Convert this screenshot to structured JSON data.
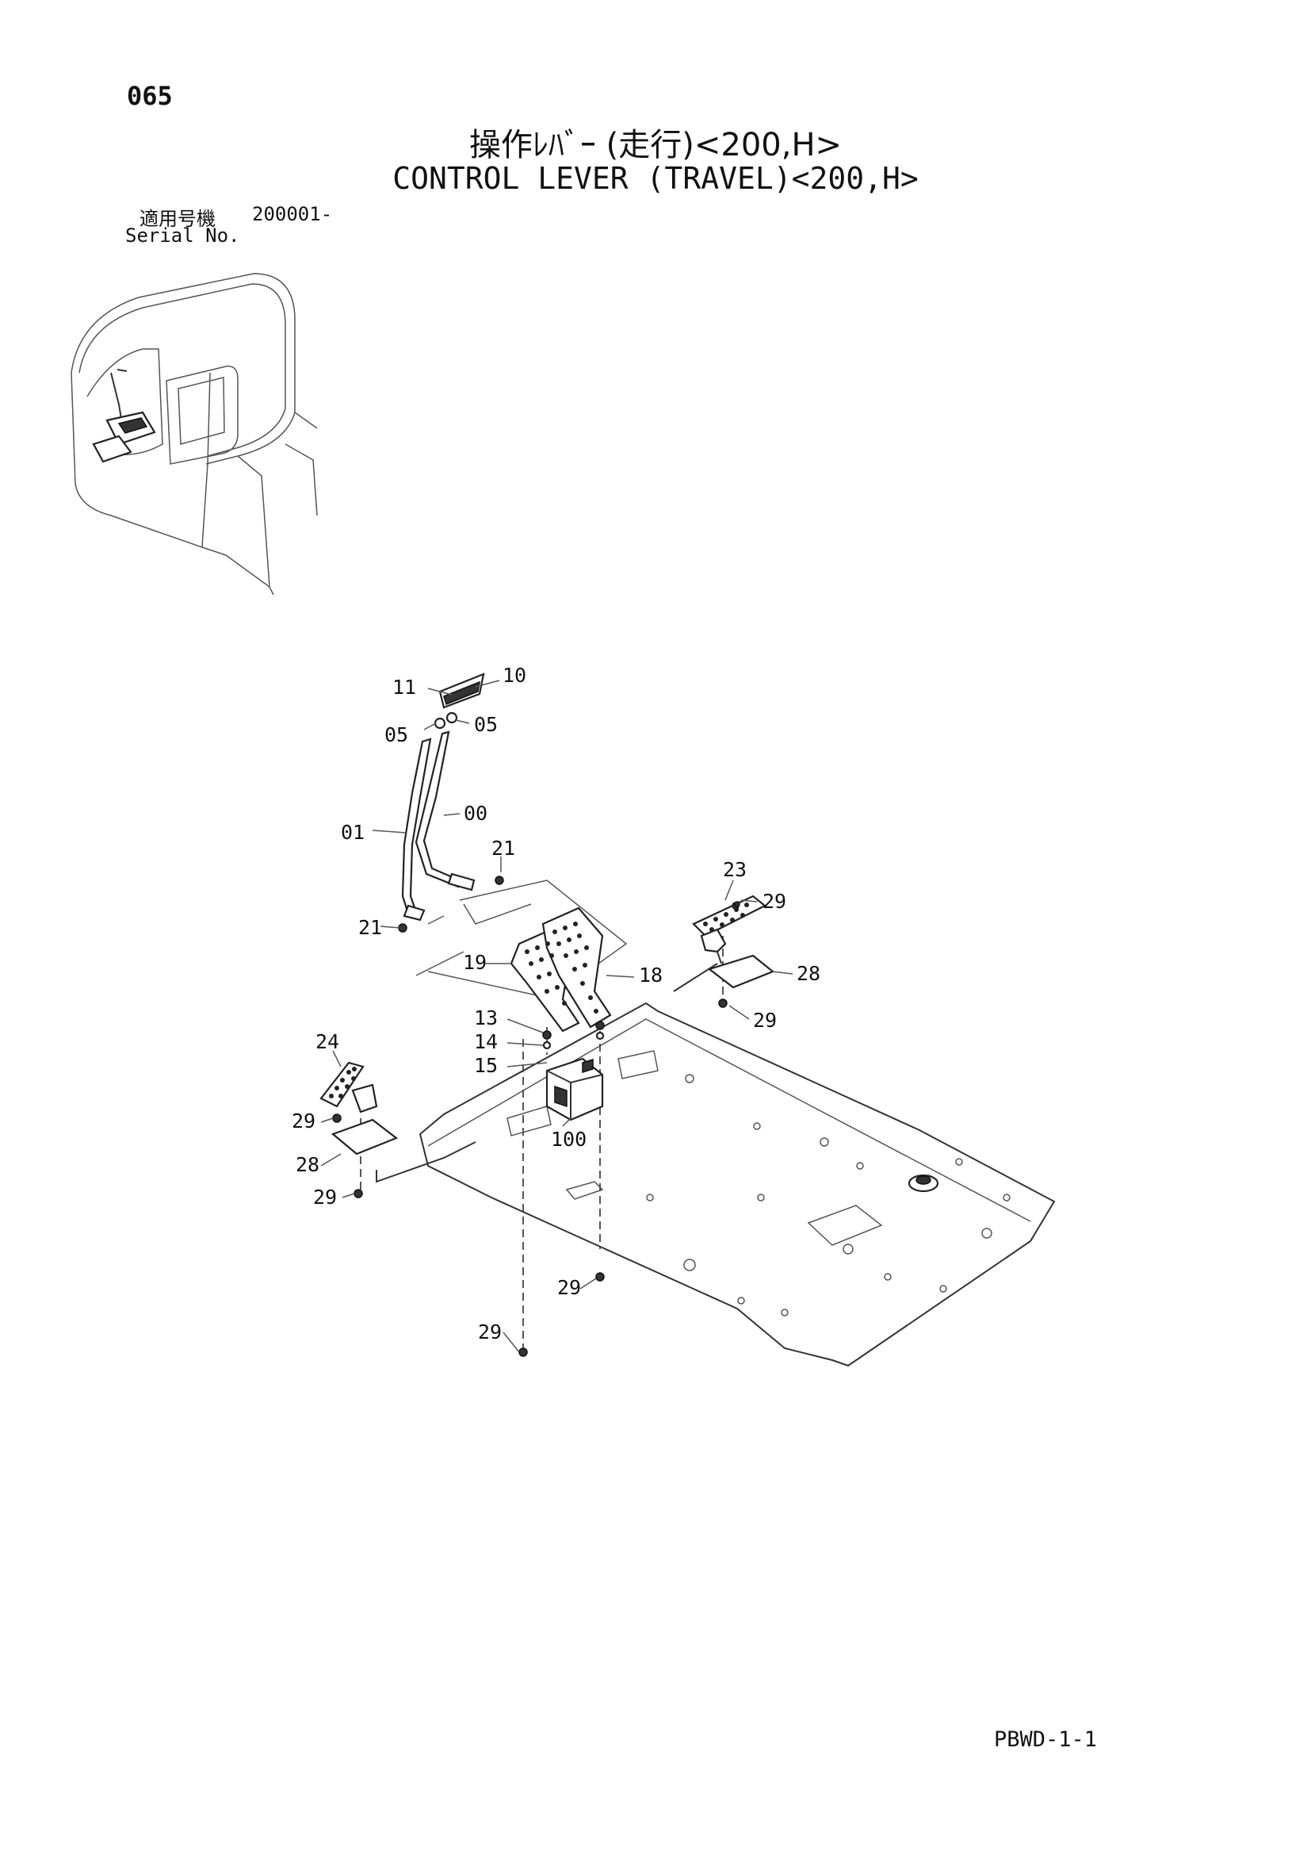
{
  "page_number": "065",
  "title_jp": "操作ﾚﾊﾞｰ (走行)<200,H>",
  "title_en": "CONTROL LEVER (TRAVEL)<200,H>",
  "serial": {
    "label_jp": "適用号機",
    "value": "200001-",
    "label_en": "Serial No."
  },
  "page_code": "PBWD-1-1",
  "callouts": {
    "c11": "11",
    "c10": "10",
    "c05a": "05",
    "c05b": "05",
    "c01": "01",
    "c00": "00",
    "c21a": "21",
    "c21b": "21",
    "c19": "19",
    "c18": "18",
    "c23": "23",
    "c29a": "29",
    "c28a": "28",
    "c29b": "29",
    "c13": "13",
    "c14": "14",
    "c15": "15",
    "c24": "24",
    "c29c": "29",
    "c28b": "28",
    "c29d": "29",
    "c100": "100",
    "c29e": "29",
    "c29f": "29"
  }
}
